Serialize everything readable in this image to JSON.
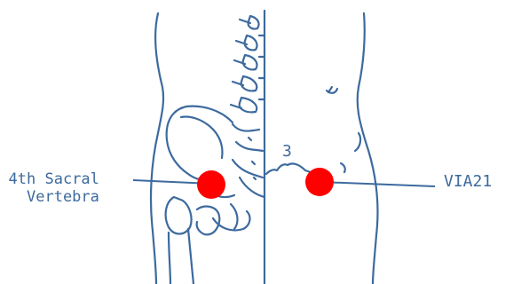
{
  "labels": {
    "left_line1": "4th Sacral",
    "left_line2": "Vertebra",
    "right": "VIA21",
    "measure": "3"
  },
  "markers": {
    "color": "#ff0000"
  },
  "line_color": "#3d6a9e"
}
